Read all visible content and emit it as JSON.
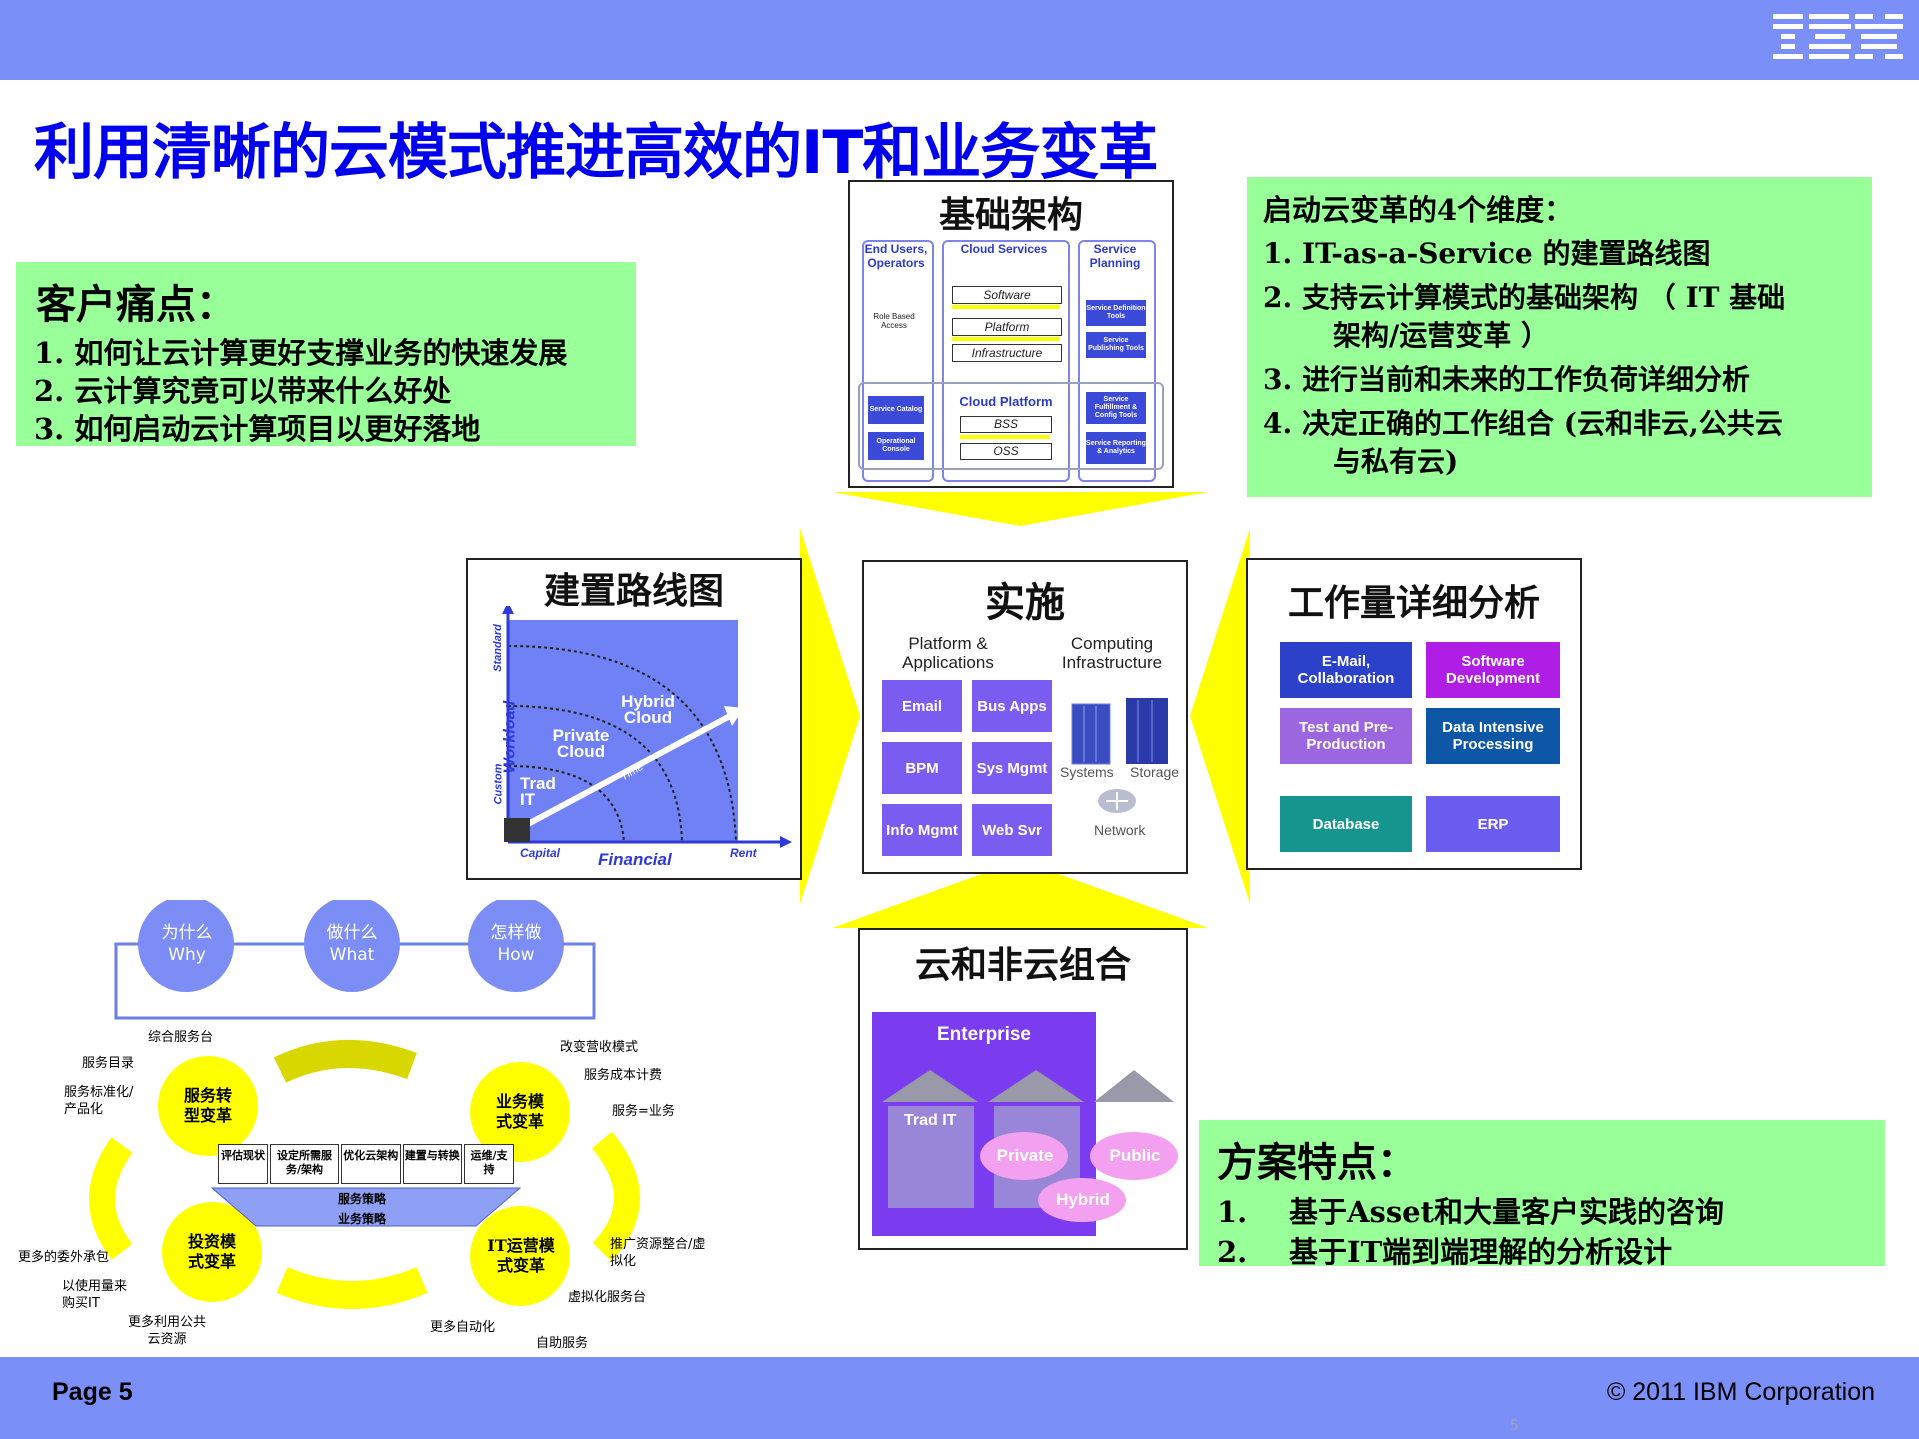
{
  "header": {
    "logo_text": "IBM",
    "title": "利用清晰的云模式推进高效的IT和业务变革"
  },
  "pain_points": {
    "title": "客户痛点：",
    "items": [
      "1. 如何让云计算更好支撑业务的快速发展",
      "2. 云计算究竟可以带来什么好处",
      "3. 如何启动云计算项目以更好落地"
    ]
  },
  "dimensions": {
    "title": "启动云变革的4个维度：",
    "items": [
      {
        "line1": "1. IT-as-a-Service 的建置路线图",
        "line2": ""
      },
      {
        "line1": "2. 支持云计算模式的基础架构 （ IT 基础",
        "line2": "架构/运营变革 ）"
      },
      {
        "line1": "3. 进行当前和未来的工作负荷详细分析",
        "line2": ""
      },
      {
        "line1": "4. 决定正确的工作组合 (云和非云,公共云",
        "line2": "与私有云)"
      }
    ]
  },
  "features": {
    "title": "方案特点：",
    "items": [
      {
        "num": "1.",
        "text": "基于Asset和大量客户实践的咨询"
      },
      {
        "num": "2.",
        "text": "基于IT端到端理解的分析设计"
      }
    ]
  },
  "infra_panel": {
    "title": "基础架构",
    "col1": "End Users, Operators",
    "col2": "Cloud Services",
    "col3": "Service Planning",
    "rba": "Role Based Access",
    "software": "Software",
    "platform": "Platform",
    "infrastructure": "Infrastructure",
    "cloud_platform": "Cloud Platform",
    "bss": "BSS",
    "oss": "OSS",
    "svc_catalog": "Service Catalog",
    "op_console": "Operational Console",
    "svc_def": "Service Definition Tools",
    "svc_pub": "Service Publishing Tools",
    "svc_ful": "Service Fulfillment & Config Tools",
    "svc_rep": "Service Reporting & Analytics"
  },
  "roadmap_panel": {
    "title": "建置路线图",
    "y_label": "Workload",
    "y_top": "Standard",
    "y_bottom": "Custom",
    "x_label": "Financial",
    "x_left": "Capital",
    "x_right": "Rent",
    "stage1": "Trad IT",
    "stage2": "Private Cloud",
    "stage3": "Hybrid Cloud",
    "time": "Time"
  },
  "impl_panel": {
    "title": "实施",
    "col1": "Platform & Applications",
    "col2": "Computing Infrastructure",
    "tiles": [
      "Email",
      "Bus Apps",
      "BPM",
      "Sys Mgmt",
      "Info Mgmt",
      "Web Svr"
    ],
    "systems": "Systems",
    "storage": "Storage",
    "network": "Network"
  },
  "workload_panel": {
    "title": "工作量详细分析",
    "tiles": [
      {
        "label": "E-Mail, Collaboration",
        "color": "#2c41c9"
      },
      {
        "label": "Software Development",
        "color": "#b01ee6"
      },
      {
        "label": "Test and Pre-Production",
        "color": "#9b66e0"
      },
      {
        "label": "Data Intensive Processing",
        "color": "#0d57a6"
      },
      {
        "label": "Database",
        "color": "#16958f"
      },
      {
        "label": "ERP",
        "color": "#6b5cf0"
      }
    ]
  },
  "mix_panel": {
    "title": "云和非云组合",
    "enterprise": "Enterprise",
    "trad_it": "Trad IT",
    "private": "Private",
    "public": "Public",
    "hybrid": "Hybrid"
  },
  "cycle": {
    "why_cn": "为什么",
    "why_en": "Why",
    "what_cn": "做什么",
    "what_en": "What",
    "how_cn": "怎样做",
    "how_en": "How",
    "c1": "服务转型变革",
    "c2": "业务模式变革",
    "c3": "投资模式变革",
    "c4": "IT运营模式变革",
    "steps": [
      "评估现状",
      "设定所需服务/架构",
      "优化云架构",
      "建置与转换",
      "运维/支持"
    ],
    "service_strategy": "服务策略",
    "business_strategy": "业务策略",
    "notes": [
      "综合服务台",
      "服务目录",
      "服务标准化/产品化",
      "改变营收模式",
      "服务成本计费",
      "服务=业务",
      "更多的委外承包",
      "以使用量来购买IT",
      "更多利用公共云资源",
      "更多自动化",
      "自助服务",
      "推广资源整合/虚拟化",
      "虚拟化服务台"
    ]
  },
  "footer": {
    "page": "Page 5",
    "copyright": "© 2011 IBM Corporation",
    "num": "5"
  },
  "colors": {
    "bar": "#7b8ff9",
    "title": "#0000ee",
    "green": "#99ff99",
    "arrow": "#ffff00",
    "tile": "#7b5cf0"
  }
}
